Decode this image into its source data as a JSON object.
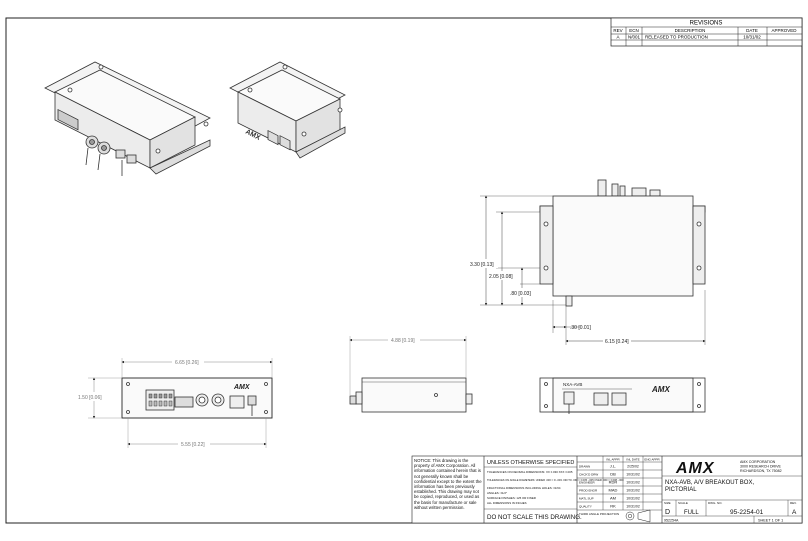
{
  "revisions": {
    "title": "REVISIONS",
    "headers": [
      "REV",
      "ECN",
      "DESCRIPTION",
      "DATE",
      "APPROVED"
    ],
    "rows": [
      [
        "A",
        "N/001",
        "RELEASED TO PRODUCTION",
        "10/31/02",
        ""
      ]
    ]
  },
  "dims": {
    "side_height_total": "3.30 [0.13]",
    "side_height_mid": "2.05 [0.08]",
    "side_height_low": ".80 [0.03]",
    "side_offset": ".30 [0.01]",
    "side_width": "6.15 [0.24]",
    "front_width_top": "6.65 [0.26]",
    "front_height": "1.50 [0.06]",
    "front_width_bottom": "5.55 [0.22]",
    "end_width": "4.88 [0.19]"
  },
  "device": {
    "brand": "AMX",
    "label": "NXA-AVB"
  },
  "title_block": {
    "notice": "NOTICE:  This drawing is the property of AMX Corporation. All information contained herein that is not generally known shall be confidential except to the extent the information has been previously established. This drawing may not be copied, reproduced, or used as the basis for manufacture or sale without written permission.",
    "unless_heading": "UNLESS OTHERWISE SPECIFIED",
    "tol_decimal": "TOLERANCES ON DECIMAL DIMENSIONS:  XX ±.030  XXX ±.005",
    "tol_angle": "TOLERANCES ON ANGLE DIAMETERS:  UNDER .030 = ±/-.003  .030 TO .060 = ±.005 -.005  OVER .060 = ±.008 -.000",
    "tol_fraction": "FRACTIONAL DIMENSIONS INCLUDING HOLES: ±1/64",
    "tol_angles": "ANGLES: ±1/2°",
    "tol_surface": "SURFACE FINISHES: 125 OR FINER",
    "tol_units": "ALL DIMENSIONS IN INCHES",
    "do_not_scale": "DO NOT SCALE THIS DRAWING.",
    "third_angle": "THIRD ANGLE PROJECTION",
    "sig_headers": [
      "",
      "INL APPR",
      "INL DATE",
      "ENG APPR"
    ],
    "sig_rows": [
      [
        "DRAWN",
        "J.L.",
        "2/25/02"
      ],
      [
        "CHCK'D DRW",
        "DB",
        "10/31/02"
      ],
      [
        "ENGINEER",
        "RDR",
        "10/31/02"
      ],
      [
        "PROD ENGR",
        "MAD",
        "10/31/02"
      ],
      [
        "MATL SUP",
        "AM",
        "10/31/02"
      ],
      [
        "QUALITY",
        "RK",
        "10/31/02"
      ]
    ],
    "company_brand": "AMX",
    "company_lines": [
      "AMX CORPORATION",
      "3000 RESEARCH DRIVE",
      "RICHARDSON, TX 75082"
    ],
    "title_line1": "NXA-AVB, A/V BREAKOUT BOX,",
    "title_line2": "PICTORIAL",
    "size_label": "SIZE",
    "size_value": "D",
    "scale_label": "SCALE",
    "scale_value": "FULL",
    "dwg_label": "DWG. NO.",
    "dwg_value": "95-2254-01",
    "rev_label": "REV.",
    "rev_value": "A",
    "file_ref": "952254A",
    "sheet": "SHEET  1 OF 1"
  }
}
